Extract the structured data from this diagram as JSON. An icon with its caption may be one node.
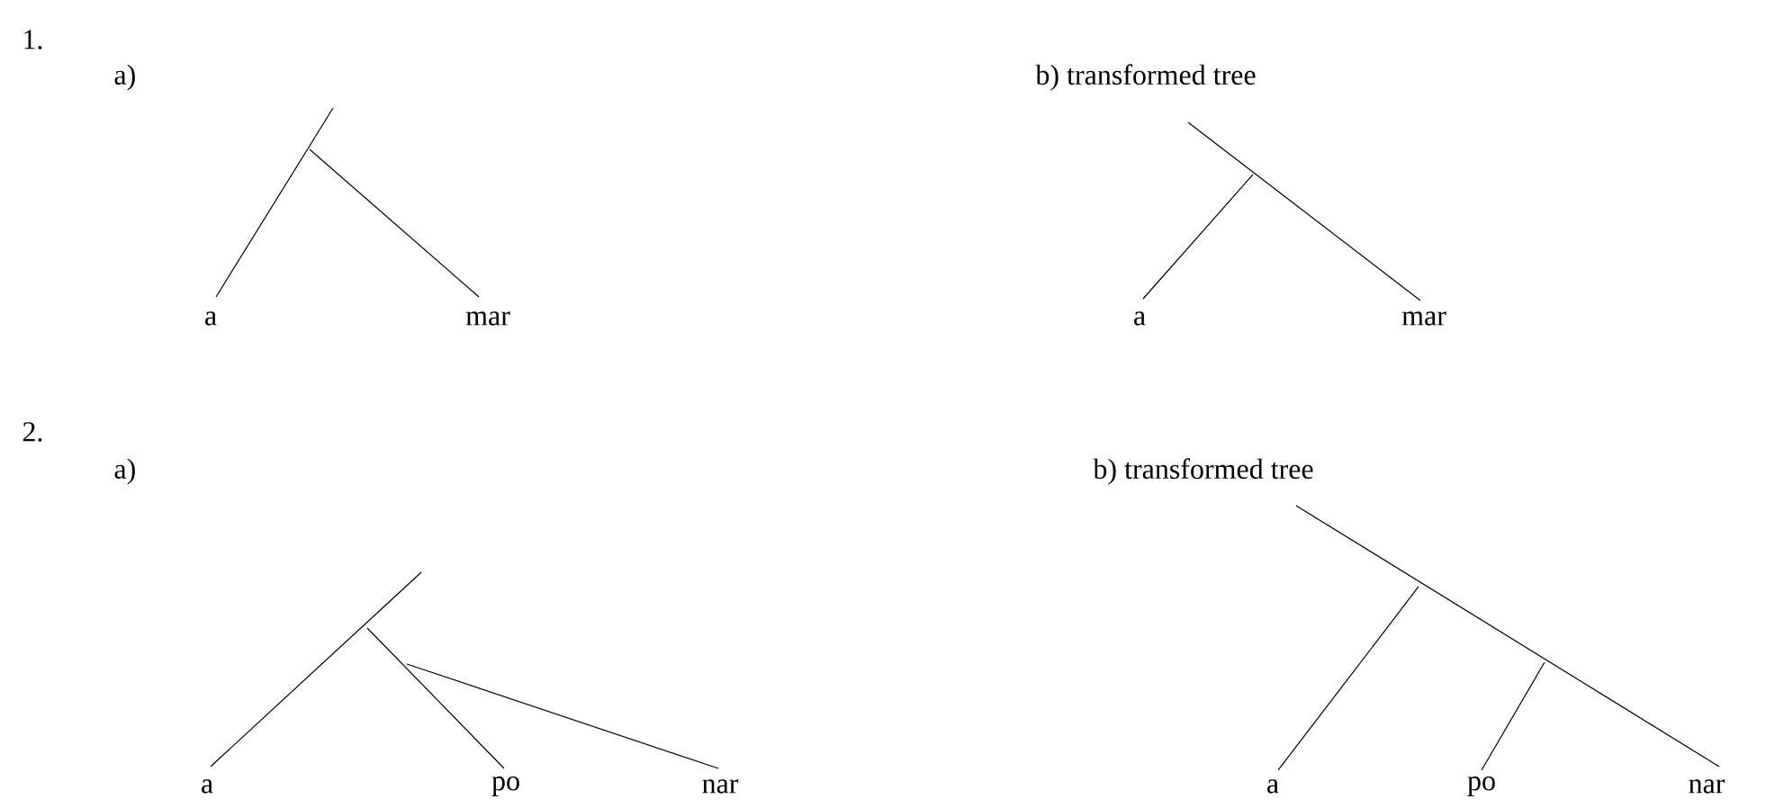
{
  "diagram": {
    "labels": [
      "1.",
      "a)",
      "b) transformed tree",
      "a",
      "mar",
      "a",
      "mar",
      "2.",
      "a)",
      "b) transformed tree",
      "a",
      "po",
      "nar",
      "a",
      "po",
      "nar"
    ]
  }
}
